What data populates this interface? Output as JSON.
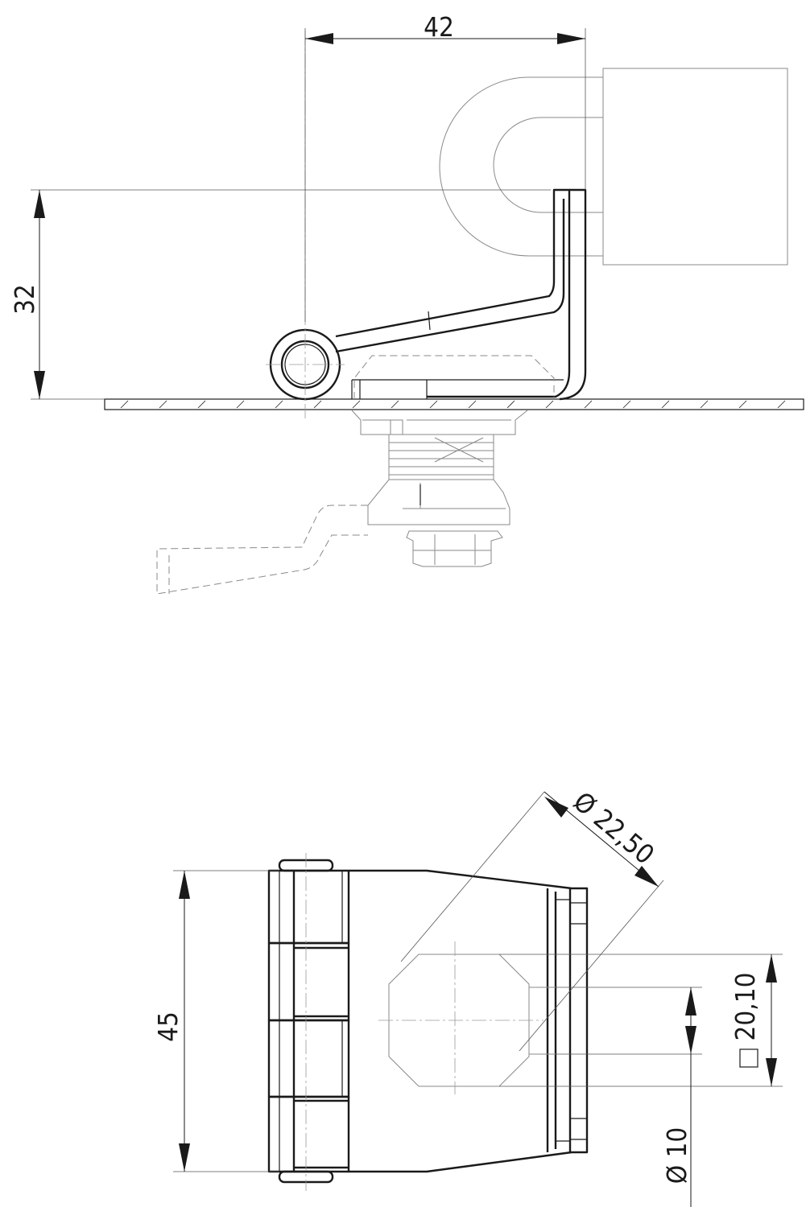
{
  "drawing": {
    "side_view": {
      "dim_width": "42",
      "dim_height": "32"
    },
    "top_view": {
      "dim_length": "45",
      "dim_diameter_body": "Ø 22,50",
      "dim_square": "20,10",
      "dim_diameter_bore": "Ø  10"
    }
  }
}
